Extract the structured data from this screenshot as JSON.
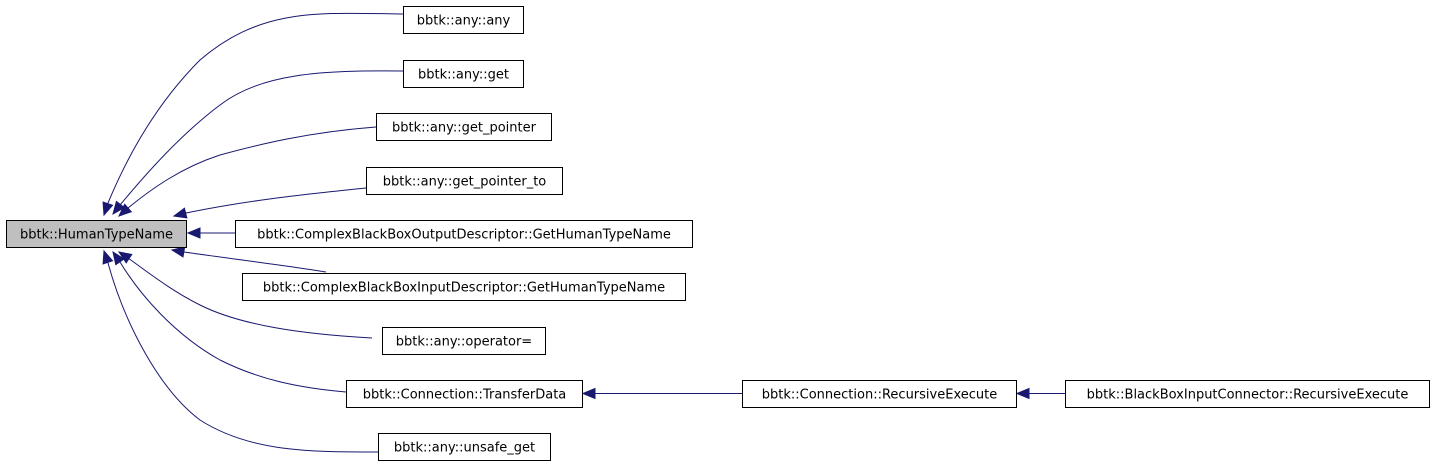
{
  "graph": {
    "nodes": [
      {
        "id": "n0",
        "label": "bbtk::HumanTypeName",
        "focus": true
      },
      {
        "id": "n1",
        "label": "bbtk::any::any"
      },
      {
        "id": "n2",
        "label": "bbtk::any::get"
      },
      {
        "id": "n3",
        "label": "bbtk::any::get_pointer"
      },
      {
        "id": "n4",
        "label": "bbtk::any::get_pointer_to"
      },
      {
        "id": "n5",
        "label": "bbtk::ComplexBlackBoxOutputDescriptor::GetHumanTypeName"
      },
      {
        "id": "n6",
        "label": "bbtk::ComplexBlackBoxInputDescriptor::GetHumanTypeName"
      },
      {
        "id": "n7",
        "label": "bbtk::any::operator="
      },
      {
        "id": "n8",
        "label": "bbtk::Connection::TransferData"
      },
      {
        "id": "n9",
        "label": "bbtk::any::unsafe_get"
      },
      {
        "id": "n10",
        "label": "bbtk::Connection::RecursiveExecute"
      },
      {
        "id": "n11",
        "label": "bbtk::BlackBoxInputConnector::RecursiveExecute"
      }
    ],
    "edges": [
      {
        "from": "n1",
        "to": "n0"
      },
      {
        "from": "n2",
        "to": "n0"
      },
      {
        "from": "n3",
        "to": "n0"
      },
      {
        "from": "n4",
        "to": "n0"
      },
      {
        "from": "n5",
        "to": "n0"
      },
      {
        "from": "n6",
        "to": "n0"
      },
      {
        "from": "n7",
        "to": "n0"
      },
      {
        "from": "n8",
        "to": "n0"
      },
      {
        "from": "n9",
        "to": "n0"
      },
      {
        "from": "n10",
        "to": "n8"
      },
      {
        "from": "n11",
        "to": "n10"
      }
    ],
    "colors": {
      "edge": "#191970",
      "focus_fill": "#bfbfbf",
      "node_fill": "#ffffff",
      "border": "#000000"
    }
  }
}
